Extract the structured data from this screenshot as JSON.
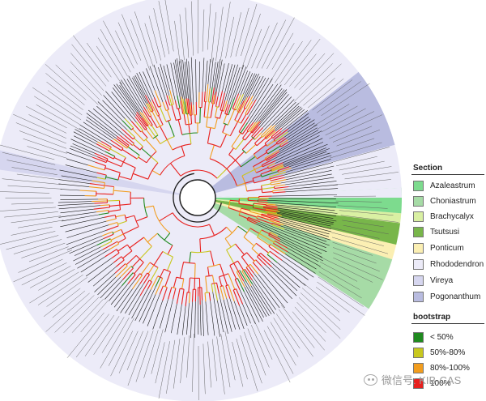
{
  "legend": {
    "section_title": "Section",
    "sections": [
      {
        "label": "Azaleastrum",
        "color": "#7ddb8e"
      },
      {
        "label": "Choniastrum",
        "color": "#a6dba6"
      },
      {
        "label": "Brachycalyx",
        "color": "#d9f0a3"
      },
      {
        "label": "Tsutsusi",
        "color": "#78b64a"
      },
      {
        "label": "Ponticum",
        "color": "#fbefb3"
      },
      {
        "label": "Rhododendron",
        "color": "#ecebf8"
      },
      {
        "label": "Vireya",
        "color": "#d6d6ef"
      },
      {
        "label": "Pogonanthum",
        "color": "#b9bce0"
      }
    ],
    "bootstrap_title": "bootstrap",
    "bootstrap": [
      {
        "label": "< 50%",
        "color": "#1f8a1f"
      },
      {
        "label": "50%-80%",
        "color": "#c8c81e"
      },
      {
        "label": "80%-100%",
        "color": "#f29d1e"
      },
      {
        "label": "100%",
        "color": "#e8201e"
      }
    ]
  },
  "watermark": "微信号: KIB-CAS"
}
